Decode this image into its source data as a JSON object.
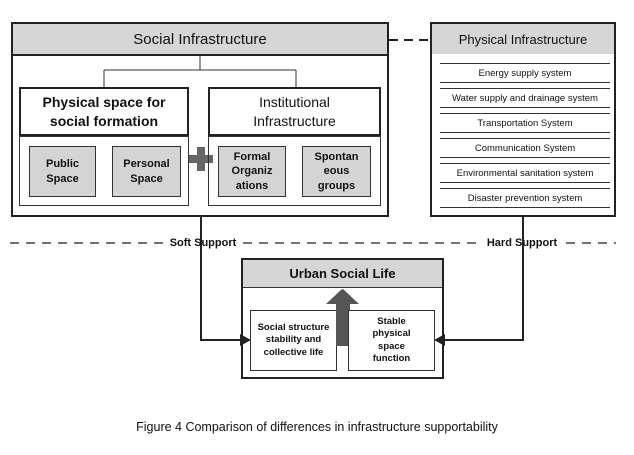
{
  "social": {
    "title": "Social Infrastructure",
    "physical_space": {
      "title": "Physical space for social formation",
      "items": [
        "Public Space",
        "Personal Space"
      ]
    },
    "institutional": {
      "title": "Institutional Infrastructure",
      "items": [
        "Formal Organiz ations",
        "Spontan eous groups"
      ]
    }
  },
  "physical": {
    "title": "Physical Infrastructure",
    "systems": [
      "Energy supply system",
      "Water supply and drainage system",
      "Transportation System",
      "Communication System",
      "Environmental sanitation system",
      "Disaster prevention system"
    ]
  },
  "support": {
    "soft": "Soft Support",
    "hard": "Hard Support"
  },
  "urban": {
    "title": "Urban Social Life",
    "left": "Social structure stability and collective life",
    "right": "Stable physical space function"
  },
  "caption": "Figure 4 Comparison of differences in infrastructure supportability"
}
